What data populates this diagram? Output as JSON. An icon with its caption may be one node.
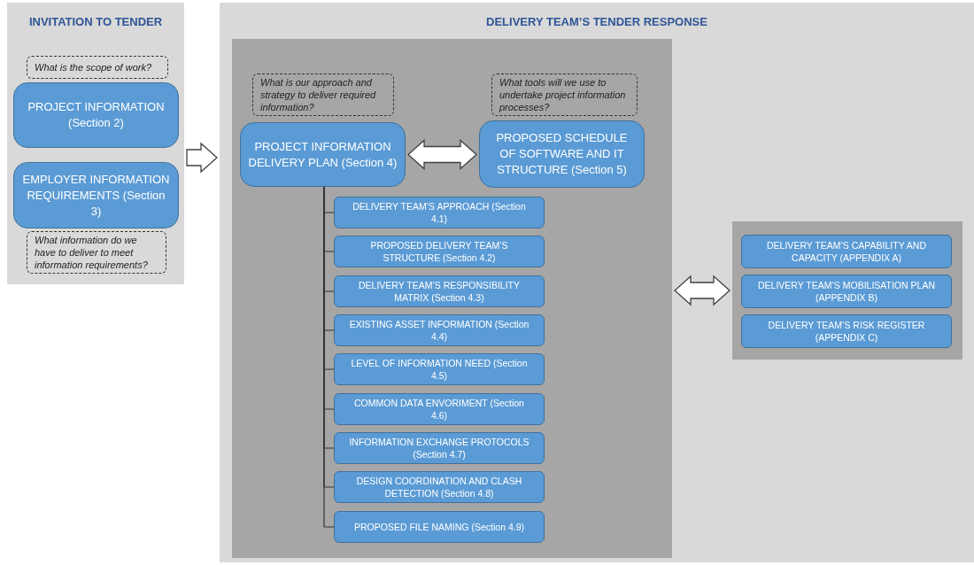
{
  "diagram": {
    "nodes": [
      {
        "text": [
          "INVITATION TO TENDER"
        ]
      },
      {
        "text": [
          "What is the scope of work?"
        ],
        "in": 0
      },
      {
        "text": [
          "PROJECT INFORMATION (Section 2)"
        ],
        "in": 0
      },
      {
        "text": [
          "EMPLOYER INFORMATION REQUIREMENTS (Section 3)"
        ],
        "in": 0
      },
      {
        "text": [
          "What information do we have to deliver to meet information requirements?"
        ],
        "in": 0
      },
      {
        "text": [
          "DELIVERY TEAM’S TENDER RESPONSE"
        ]
      },
      {
        "text": [],
        "shape": "box",
        "in": 5
      },
      {
        "text": [
          "What is our approach and strategy to deliver required information?"
        ],
        "in": 6
      },
      {
        "text": [
          "PROJECT INFORMATION DELIVERY PLAN (Section 4)"
        ],
        "in": 6
      },
      {
        "text": [
          "What tools will we use to undertake project information processes?"
        ],
        "in": 6
      },
      {
        "text": [
          "PROPOSED SCHEDULE OF SOFTWARE AND IT STRUCTURE (Section 5)"
        ],
        "in": 6
      },
      {
        "text": [
          "DELIVERY TEAM’S APPROACH (Section 4.1)"
        ],
        "in": 6
      },
      {
        "text": [
          "PROPOSED DELIVERY TEAM’S STRUCTURE (Section 4.2)"
        ],
        "in": 6
      },
      {
        "text": [
          "DELIVERY TEAM’S RESPONSIBILITY MATRIX (Section 4.3)"
        ],
        "in": 6
      },
      {
        "text": [
          "EXISTING ASSET INFORMATION (Section 4.4)"
        ],
        "in": 6
      },
      {
        "text": [
          "LEVEL OF INFORMATION NEED (Section 4.5)"
        ],
        "in": 6
      },
      {
        "text": [
          "COMMON DATA ENVORIMENT (Section 4.6)"
        ],
        "in": 6
      },
      {
        "text": [
          "INFORMATION EXCHANGE PROTOCOLS (Section 4.7)"
        ],
        "in": 6
      },
      {
        "text": [
          "DESIGN COORDINATION AND CLASH DETECTION (Section 4.8)"
        ],
        "in": 6
      },
      {
        "text": [
          "PROPOSED FILE NAMING (Section 4.9)"
        ],
        "in": 6
      },
      {
        "text": [],
        "shape": "box",
        "in": 5
      },
      {
        "text": [
          "DELIVERY TEAM’S CAPABILITY AND CAPACITY (APPENDIX A)"
        ],
        "in": 20
      },
      {
        "text": [
          "DELIVERY TEAM’S MOBILISATION PLAN (APPENDIX B)"
        ],
        "in": 20
      },
      {
        "text": [
          "DELIVERY TEAM’S RISK REGISTER (APPENDIX C)"
        ],
        "in": 20
      }
    ],
    "edges": [
      {
        "from": 0,
        "to": 5,
        "arrow": "to"
      },
      {
        "from": 8,
        "to": 10,
        "arrow": "both"
      },
      {
        "from": 6,
        "to": 20,
        "arrow": "both"
      },
      {
        "from": 8,
        "to": 11,
        "arrow": "none"
      },
      {
        "from": 8,
        "to": 12,
        "arrow": "none"
      },
      {
        "from": 8,
        "to": 13,
        "arrow": "none"
      },
      {
        "from": 8,
        "to": 14,
        "arrow": "none"
      },
      {
        "from": 8,
        "to": 15,
        "arrow": "none"
      },
      {
        "from": 8,
        "to": 16,
        "arrow": "none"
      },
      {
        "from": 8,
        "to": 17,
        "arrow": "none"
      },
      {
        "from": 8,
        "to": 18,
        "arrow": "none"
      },
      {
        "from": 8,
        "to": 19,
        "arrow": "none"
      }
    ]
  }
}
